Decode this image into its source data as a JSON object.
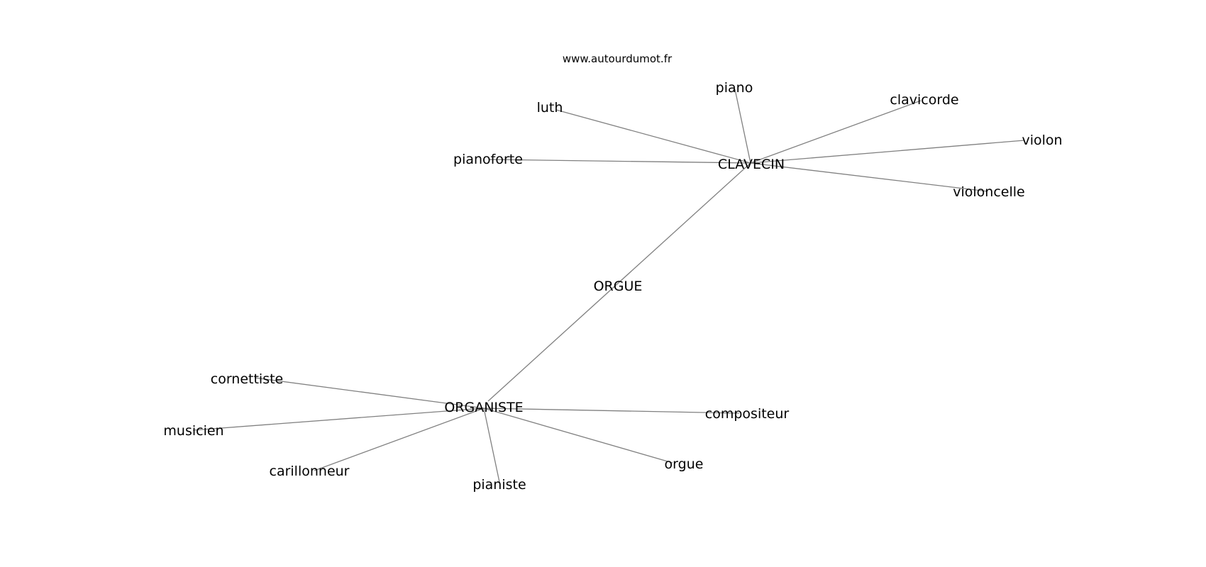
{
  "source": {
    "text": "www.autourdumot.fr"
  },
  "graph": {
    "edge_color": "#808080",
    "text_color": "#000000",
    "nodes": [
      {
        "id": "orgue_center",
        "label": "ORGUE"
      },
      {
        "id": "clavecin",
        "label": "CLAVECIN"
      },
      {
        "id": "organiste",
        "label": "ORGANISTE"
      },
      {
        "id": "piano",
        "label": "piano"
      },
      {
        "id": "luth",
        "label": "luth"
      },
      {
        "id": "clavicorde",
        "label": "clavicorde"
      },
      {
        "id": "violon",
        "label": "violon"
      },
      {
        "id": "pianoforte",
        "label": "pianoforte"
      },
      {
        "id": "violoncelle",
        "label": "violoncelle"
      },
      {
        "id": "cornettiste",
        "label": "cornettiste"
      },
      {
        "id": "musicien",
        "label": "musicien"
      },
      {
        "id": "carillonneur",
        "label": "carillonneur"
      },
      {
        "id": "pianiste",
        "label": "pianiste"
      },
      {
        "id": "orgue",
        "label": "orgue"
      },
      {
        "id": "compositeur",
        "label": "compositeur"
      }
    ],
    "edges": [
      {
        "from": "clavecin",
        "to": "organiste"
      },
      {
        "from": "clavecin",
        "to": "piano"
      },
      {
        "from": "clavecin",
        "to": "luth"
      },
      {
        "from": "clavecin",
        "to": "clavicorde"
      },
      {
        "from": "clavecin",
        "to": "violon"
      },
      {
        "from": "clavecin",
        "to": "pianoforte"
      },
      {
        "from": "clavecin",
        "to": "violoncelle"
      },
      {
        "from": "organiste",
        "to": "cornettiste"
      },
      {
        "from": "organiste",
        "to": "musicien"
      },
      {
        "from": "organiste",
        "to": "carillonneur"
      },
      {
        "from": "organiste",
        "to": "pianiste"
      },
      {
        "from": "organiste",
        "to": "orgue"
      },
      {
        "from": "organiste",
        "to": "compositeur"
      }
    ]
  }
}
